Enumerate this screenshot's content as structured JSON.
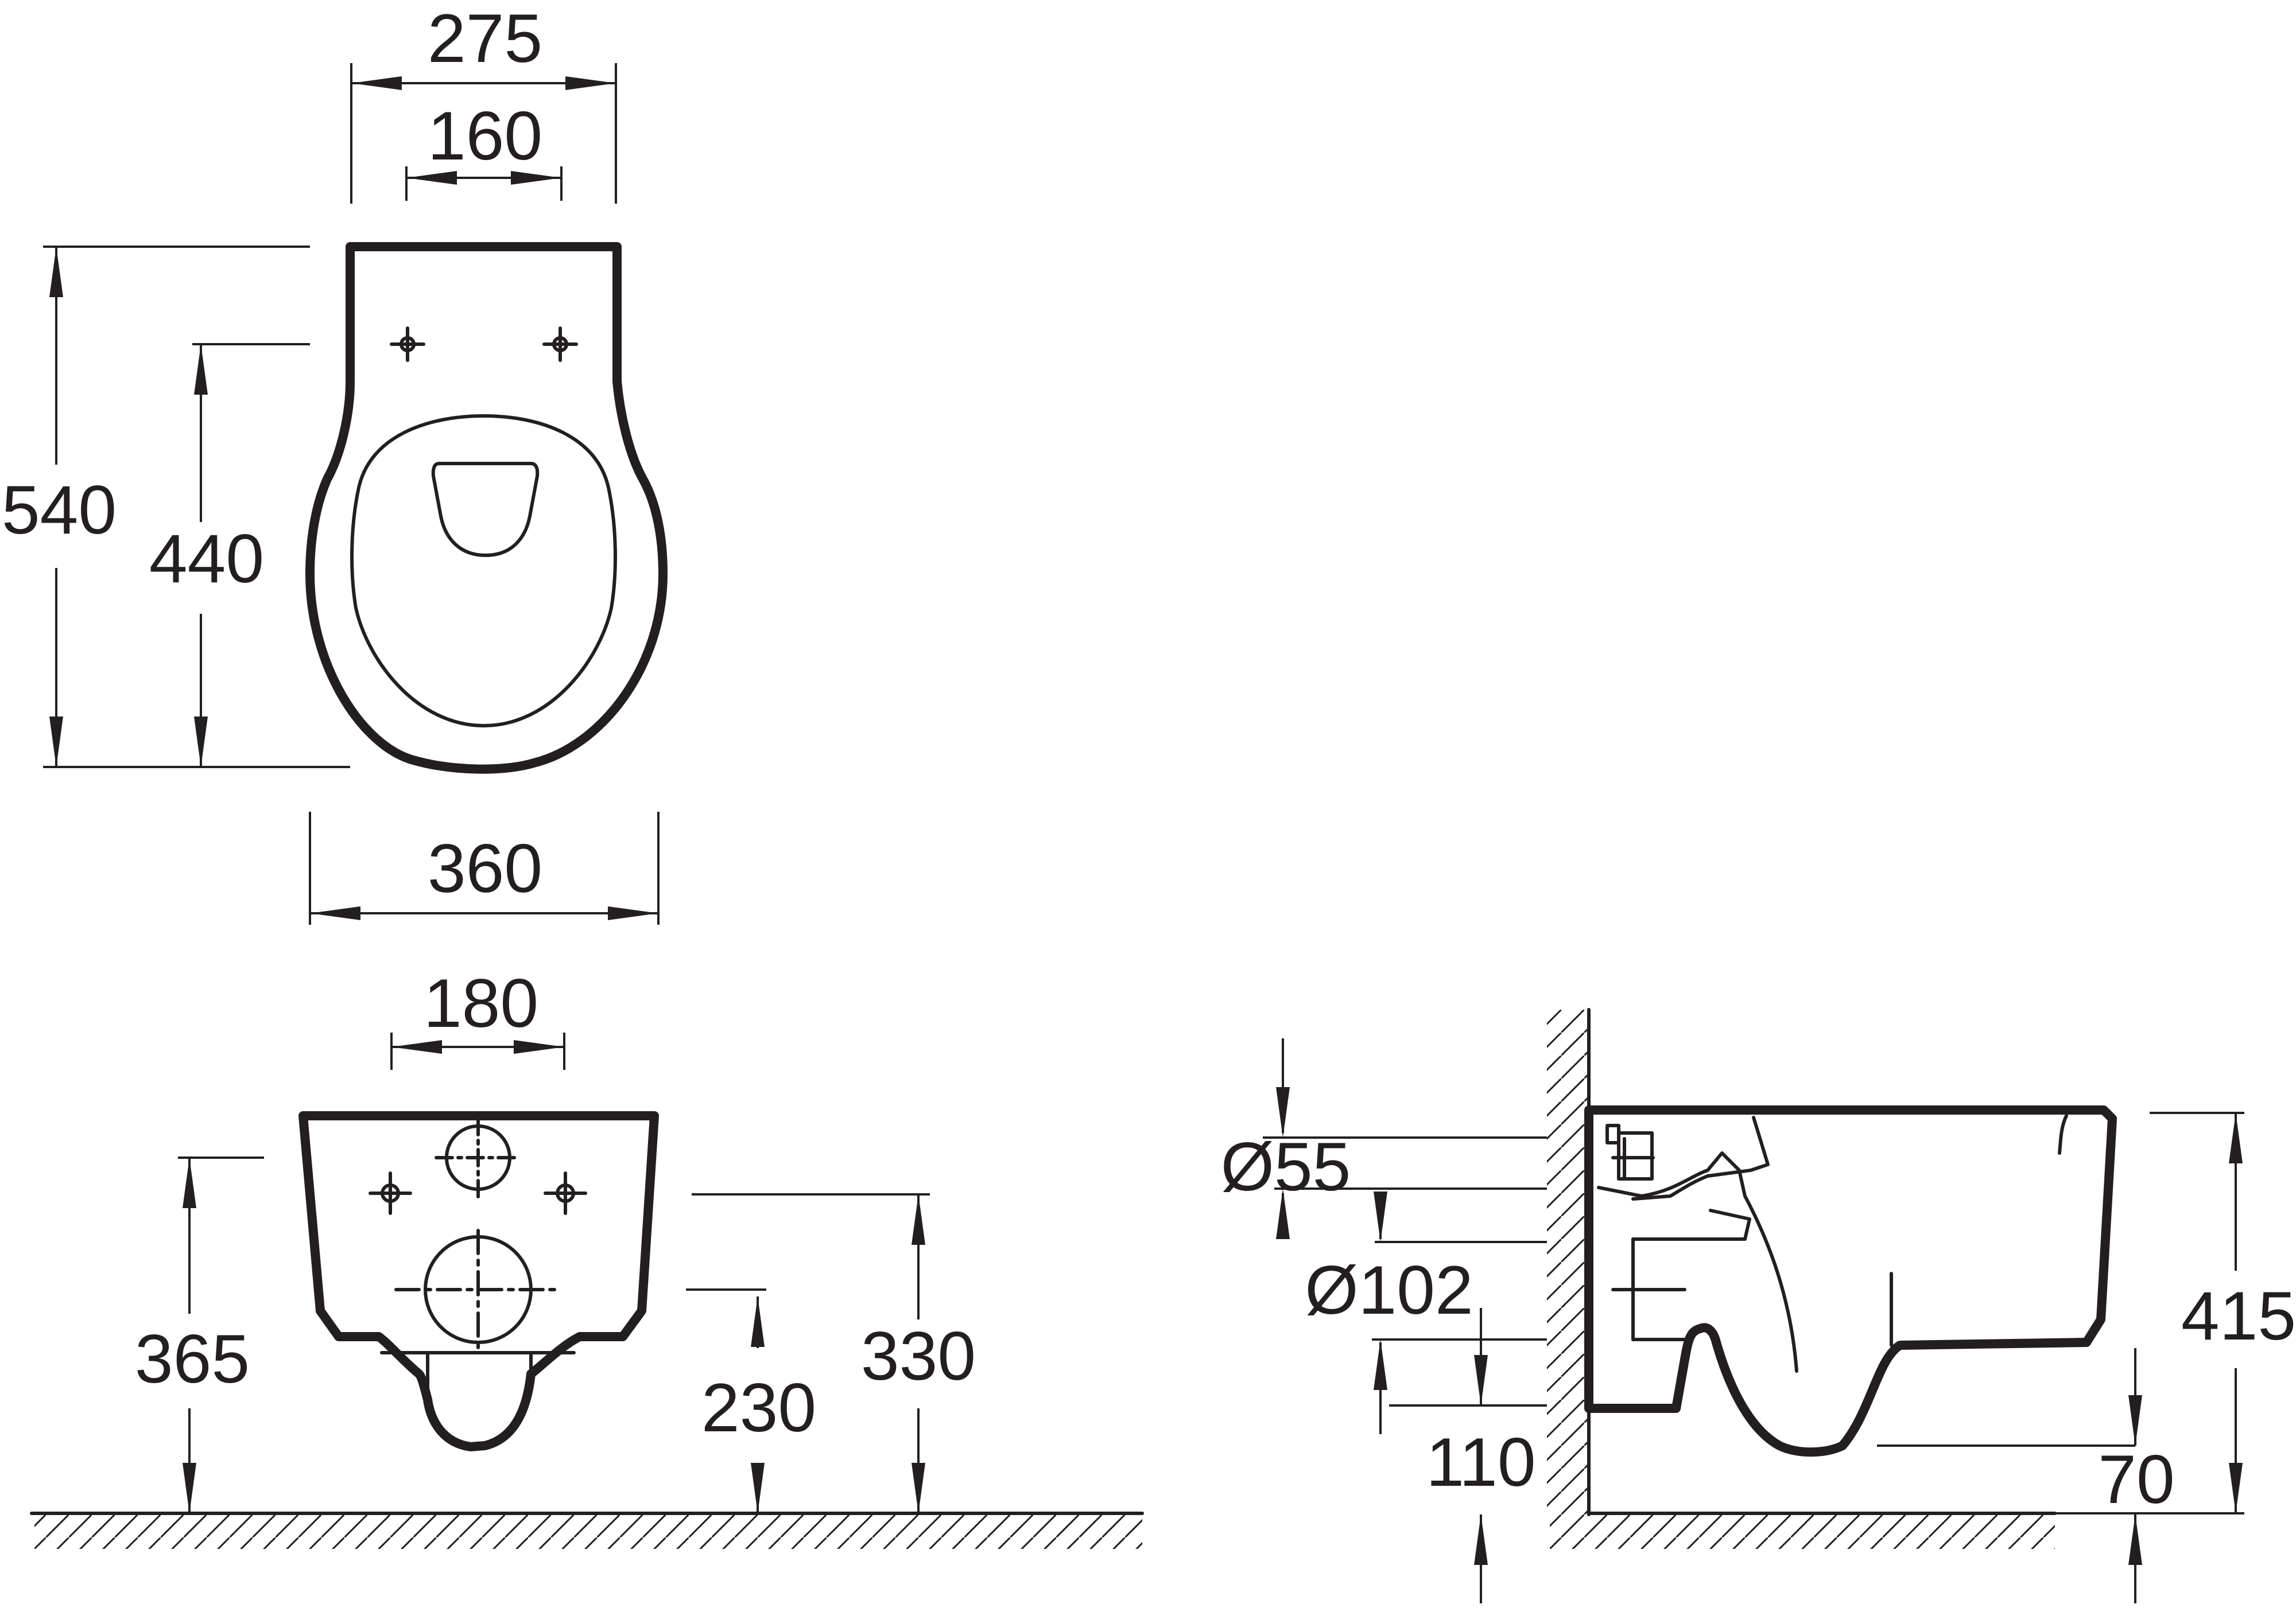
{
  "top_view": {
    "dims": {
      "width_overall": "275",
      "fixing_spacing": "160",
      "length_overall": "540",
      "length_to_fixings": "440",
      "bowl_width": "360"
    }
  },
  "front_view": {
    "dims": {
      "fixing_spacing": "180",
      "height_left": "365",
      "outlet_height": "230",
      "height_right": "330"
    }
  },
  "side_view": {
    "dims": {
      "inlet_diameter": "Ø55",
      "outlet_diameter": "Ø102",
      "outlet_offset": "110",
      "height": "415",
      "rim_offset": "70"
    }
  }
}
